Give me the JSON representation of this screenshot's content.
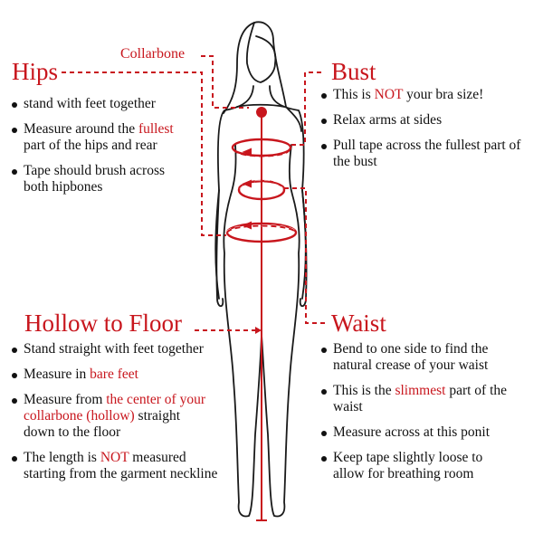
{
  "accent_color": "#c8161d",
  "collarbone_label": "Collarbone",
  "hips": {
    "title": "Hips",
    "bullets": [
      {
        "pre": "stand with feet together",
        "hl": "",
        "post": ""
      },
      {
        "pre": "Measure around the ",
        "hl": "fullest",
        "post": " part of the hips and rear"
      },
      {
        "pre": "Tape should brush across both hipbones",
        "hl": "",
        "post": ""
      }
    ]
  },
  "bust": {
    "title": "Bust",
    "bullets": [
      {
        "pre": "This is ",
        "hl": "NOT",
        "post": " your bra size!"
      },
      {
        "pre": "Relax arms at sides",
        "hl": "",
        "post": ""
      },
      {
        "pre": "Pull tape across the fullest part of the bust",
        "hl": "",
        "post": ""
      }
    ]
  },
  "hollow": {
    "title": "Hollow to Floor",
    "bullets": [
      {
        "pre": "Stand straight with feet together",
        "hl": "",
        "post": ""
      },
      {
        "pre": "Measure in ",
        "hl": "bare feet",
        "post": ""
      },
      {
        "pre": "Measure from ",
        "hl": "the center of your collarbone (hollow)",
        "post": " straight down to the floor"
      },
      {
        "pre": "The length is ",
        "hl": "NOT",
        "post": " measured starting from the garment neckline"
      }
    ]
  },
  "waist": {
    "title": "Waist",
    "bullets": [
      {
        "pre": "Bend to one side to find the natural crease of your waist",
        "hl": "",
        "post": ""
      },
      {
        "pre": "This is the ",
        "hl": "slimmest",
        "post": " part of the waist"
      },
      {
        "pre": "Measure across at this ponit",
        "hl": "",
        "post": ""
      },
      {
        "pre": "Keep tape slightly loose to allow for  breathing room",
        "hl": "",
        "post": ""
      }
    ]
  }
}
